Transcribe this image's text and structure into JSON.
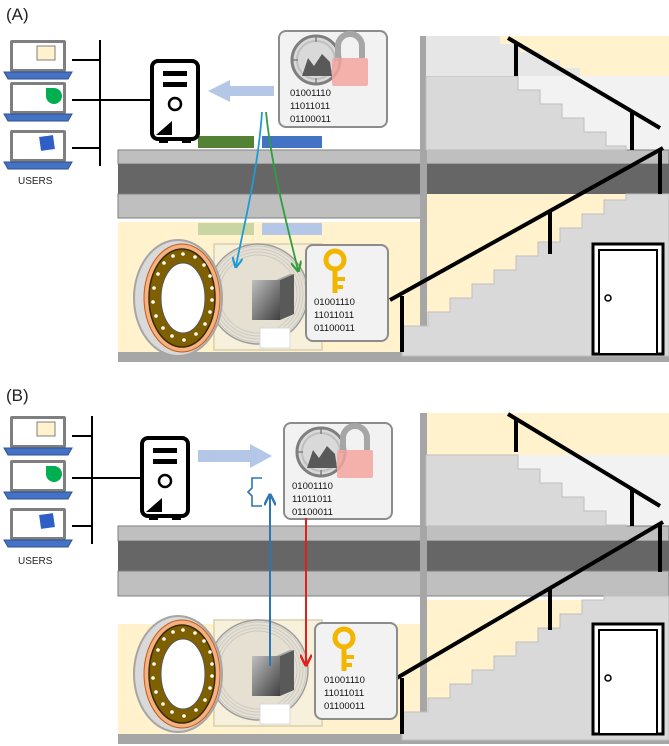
{
  "panels": [
    {
      "label": "(A)",
      "users_label": "USERS",
      "encrypted_card": {
        "binary": [
          "01001110",
          "11011011",
          "01100011"
        ]
      },
      "key_card": {
        "binary": [
          "01001110",
          "11011011",
          "01100011"
        ]
      }
    },
    {
      "label": "(B)",
      "users_label": "USERS",
      "encrypted_card": {
        "binary": [
          "01001110",
          "11011011",
          "01100011"
        ]
      },
      "key_card": {
        "binary": [
          "01001110",
          "11011011",
          "01100011"
        ]
      }
    }
  ],
  "icons": {
    "user": "laptop-icon",
    "server": "server-tower-icon",
    "encrypted": "locked-safe-icon",
    "key": "key-icon",
    "vault": "vault-door-icon",
    "exit": "door-icon"
  },
  "colors": {
    "wall": "#e6e6e6",
    "vault_room": "#fff2cc",
    "floor_slab": "#666666",
    "big_arrow": "#b4c7e7",
    "arrow_blue": "#2e75b6",
    "arrow_cyan": "#1f9bd4",
    "arrow_green": "#2e9e3e",
    "arrow_red": "#e0201b",
    "key": "#f2b600",
    "vault_gold": "#7f6000",
    "vault_ring": "#f4b183"
  }
}
